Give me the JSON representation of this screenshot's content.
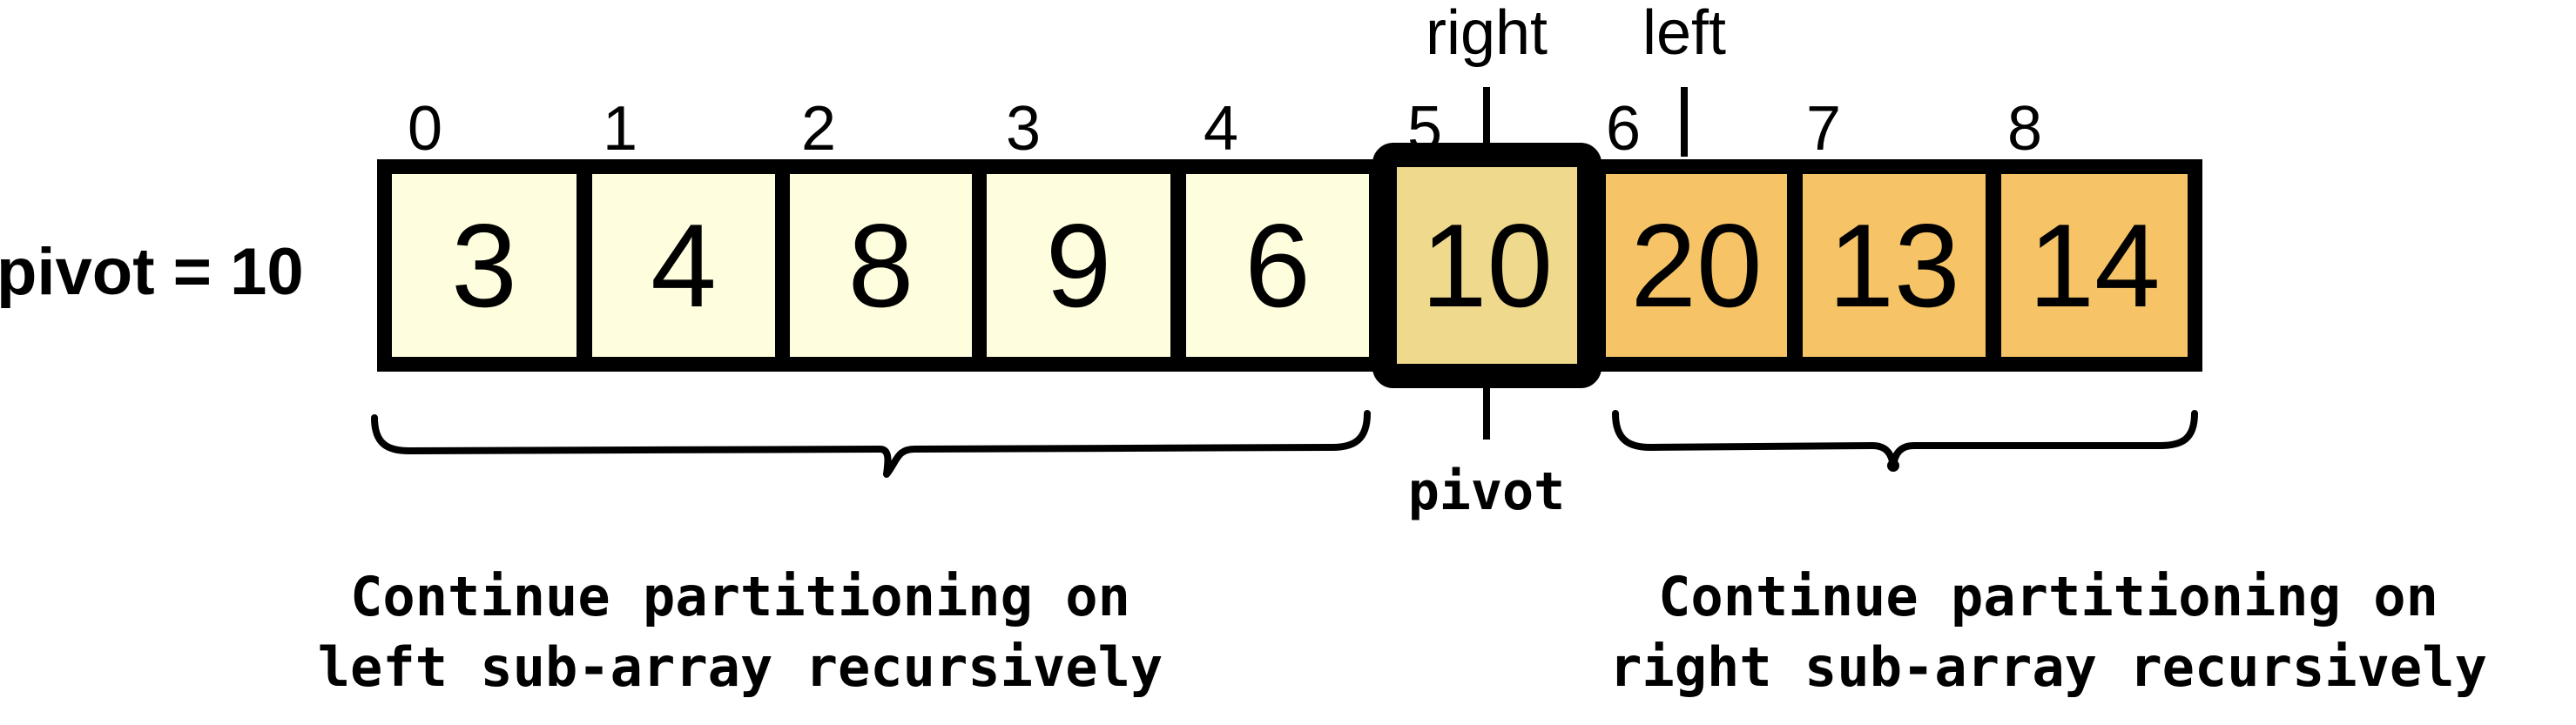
{
  "pivot_label": "pivot = 10",
  "indices": [
    "0",
    "1",
    "2",
    "3",
    "4",
    "5",
    "6",
    "7",
    "8"
  ],
  "cells": [
    {
      "value": "3",
      "group": "left"
    },
    {
      "value": "4",
      "group": "left"
    },
    {
      "value": "8",
      "group": "left"
    },
    {
      "value": "9",
      "group": "left"
    },
    {
      "value": "6",
      "group": "left"
    },
    {
      "value": "10",
      "group": "pivot"
    },
    {
      "value": "20",
      "group": "right"
    },
    {
      "value": "13",
      "group": "right"
    },
    {
      "value": "14",
      "group": "right"
    }
  ],
  "colors": {
    "left": "#fefddd",
    "pivot": "#efd98c",
    "right": "#f6c466",
    "stroke": "#000000"
  },
  "pointers": {
    "right_label": "right",
    "left_label": "left",
    "pivot_label": "pivot"
  },
  "captions": {
    "left_line1": "Continue partitioning on",
    "left_line2": "left sub-array recursively",
    "right_line1": "Continue partitioning on",
    "right_line2": "right sub-array recursively"
  }
}
